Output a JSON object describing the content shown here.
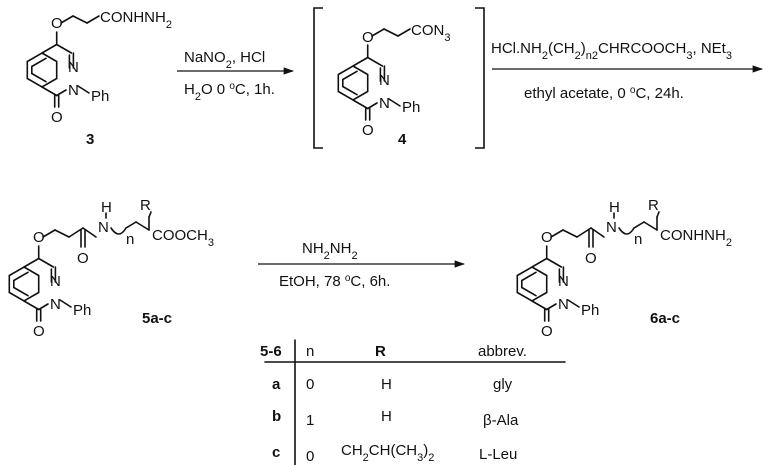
{
  "compounds": {
    "c3": {
      "label": "3",
      "substituent": "CONHNH",
      "sub_index": "2",
      "ring_n": "N",
      "n_sub": "Ph",
      "oxy": "O",
      "carbonyl_o": "O"
    },
    "c4": {
      "label": "4",
      "substituent": "CON",
      "sub_index": "3",
      "ring_n": "N",
      "n_sub": "Ph",
      "oxy": "O",
      "carbonyl_o": "O"
    },
    "c5": {
      "label": "5a-c",
      "nh_h": "H",
      "nh_n": "N",
      "r_group": "R",
      "ester": "COOCH",
      "ester_index": "3",
      "chain_n": "n",
      "ring_n": "N",
      "n_sub": "Ph",
      "oxy": "O",
      "carbonyl_o": "O",
      "amide_o": "O"
    },
    "c6": {
      "label": "6a-c",
      "nh_h": "H",
      "nh_n": "N",
      "r_group": "R",
      "hydrazide": "CONHNH",
      "hydrazide_index": "2",
      "chain_n": "n",
      "ring_n": "N",
      "n_sub": "Ph",
      "oxy": "O",
      "carbonyl_o": "O",
      "amide_o": "O"
    }
  },
  "reactions": {
    "step1": {
      "reagent_a": "NaNO",
      "reagent_a_index": "2",
      "reagent_b": ", HCl",
      "cond_a": "H",
      "cond_a_index": "2",
      "cond_b": "O 0 ",
      "cond_sup": "o",
      "cond_c": "C, 1h."
    },
    "step2": {
      "reagent_a": "HCl.NH",
      "idx1": "2",
      "reagent_b": "(CH",
      "idx2": "2",
      "reagent_c": ")",
      "idx3": "n2",
      "reagent_d": "CHRCOOCH",
      "idx4": "3",
      "reagent_e": ", NEt",
      "idx5": "3",
      "cond_a": "ethyl acetate, 0 ",
      "cond_sup": "o",
      "cond_b": "C, 24h."
    },
    "step3": {
      "reagent_a": "NH",
      "idx1": "2",
      "reagent_b": "NH",
      "idx2": "2",
      "cond_a": "EtOH, 78 ",
      "cond_sup": "o",
      "cond_b": "C, 6h."
    }
  },
  "table": {
    "headers": [
      "5-6",
      "n",
      "R",
      "abbrev."
    ],
    "rows": [
      {
        "id": "a",
        "n": "0",
        "R": "H",
        "abbrev": "gly"
      },
      {
        "id": "b",
        "n": "1",
        "R": "H",
        "abbrev": "β-Ala"
      },
      {
        "id": "c",
        "n": "0",
        "R_a": "CH",
        "R_i1": "2",
        "R_b": "CH(CH",
        "R_i2": "3",
        "R_c": ")",
        "R_i3": "2",
        "abbrev": "L-Leu"
      }
    ]
  }
}
